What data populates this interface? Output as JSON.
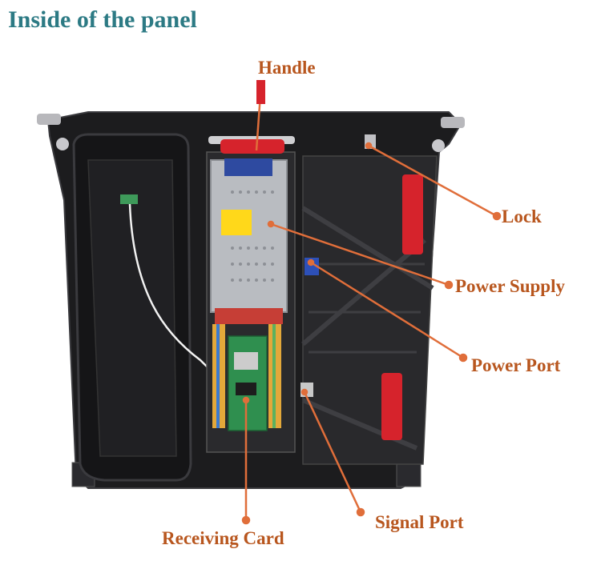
{
  "title": "Inside of the panel",
  "callouts": {
    "handle": "Handle",
    "lock": "Lock",
    "power_supply": "Power Supply",
    "power_port": "Power Port",
    "signal_port": "Signal Port",
    "receiving_card": "Receiving Card"
  },
  "colors": {
    "title": "#2c7a84",
    "label": "#b8561e",
    "leader_line": "#e06e3a",
    "panel_body": "#1c1c1e",
    "latch_red": "#d6232c"
  }
}
